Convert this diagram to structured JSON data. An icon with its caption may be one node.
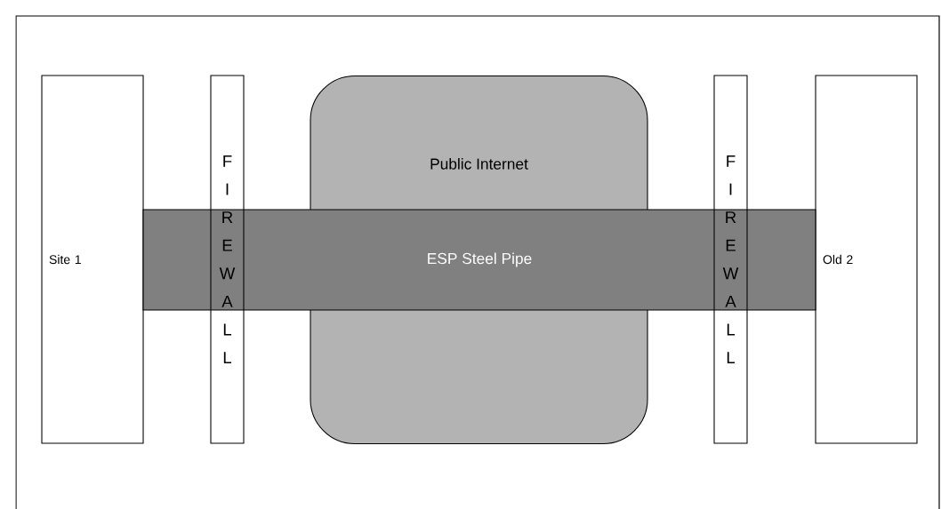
{
  "diagram": {
    "nodes": [
      {
        "text": [
          "Site 1"
        ]
      },
      {
        "text": [
          "FIREWALL"
        ]
      },
      {
        "text": [
          "Public Internet"
        ]
      },
      {
        "text": [
          "ESP Steel Pipe"
        ]
      },
      {
        "text": [
          "FIREWALL"
        ]
      },
      {
        "text": [
          "Old 2"
        ]
      }
    ]
  }
}
